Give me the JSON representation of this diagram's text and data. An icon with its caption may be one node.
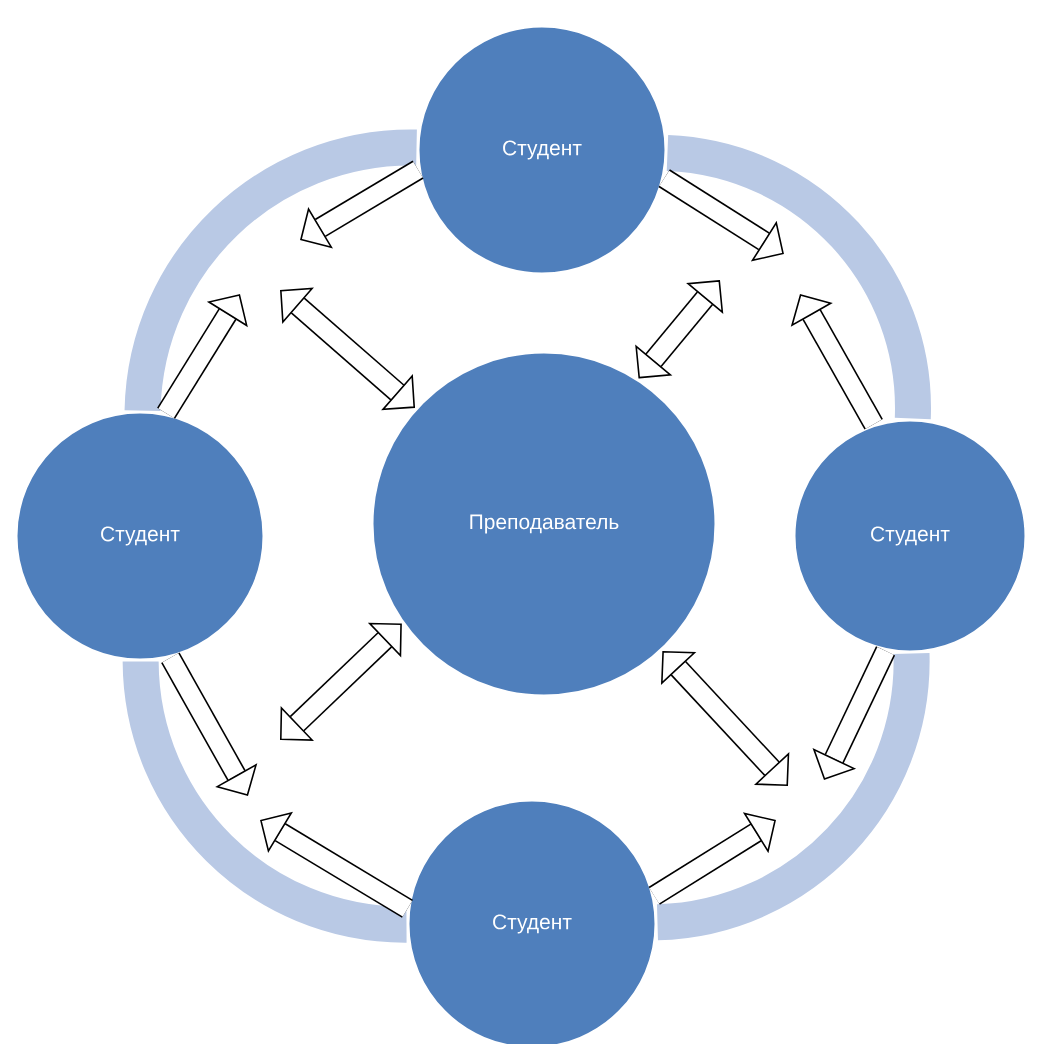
{
  "diagram": {
    "nodes": [
      {
        "text": [
          "Студент"
        ]
      },
      {
        "text": [
          "Студент"
        ]
      },
      {
        "text": [
          "Преподаватель"
        ]
      },
      {
        "text": [
          "Студент"
        ]
      },
      {
        "text": [
          "Студент"
        ]
      }
    ],
    "edges": [
      {
        "from": 0,
        "to": 3,
        "arrow": "none",
        "color": "#b9c9e5"
      },
      {
        "from": 3,
        "to": 4,
        "arrow": "none",
        "color": "#b9c9e5"
      },
      {
        "from": 4,
        "to": 1,
        "arrow": "none",
        "color": "#b9c9e5"
      },
      {
        "from": 1,
        "to": 0,
        "arrow": "none",
        "color": "#b9c9e5"
      },
      {
        "from": 0,
        "to": null,
        "arrow": "to"
      },
      {
        "from": 1,
        "to": null,
        "arrow": "to"
      },
      {
        "from": 0,
        "to": null,
        "arrow": "to"
      },
      {
        "from": 3,
        "to": null,
        "arrow": "to"
      },
      {
        "from": 3,
        "to": null,
        "arrow": "to"
      },
      {
        "from": 4,
        "to": null,
        "arrow": "to"
      },
      {
        "from": 1,
        "to": null,
        "arrow": "to"
      },
      {
        "from": 4,
        "to": null,
        "arrow": "to"
      },
      {
        "from": 2,
        "to": null,
        "arrow": "both"
      },
      {
        "from": 2,
        "to": null,
        "arrow": "both"
      },
      {
        "from": 2,
        "to": null,
        "arrow": "both"
      },
      {
        "from": 2,
        "to": null,
        "arrow": "both"
      }
    ]
  }
}
